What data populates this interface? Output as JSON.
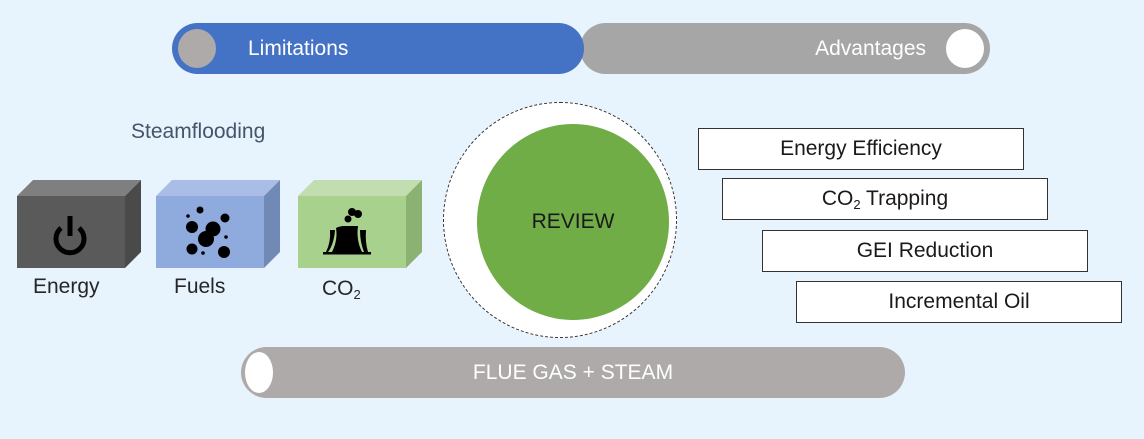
{
  "toggle": {
    "limitations_label": "Limitations",
    "advantages_label": "Advantages",
    "colors": {
      "limitations": "#4472c4",
      "advantages": "#a6a6a6"
    }
  },
  "section_title": "Steamflooding",
  "cubes": [
    {
      "label": "Energy",
      "icon": "power-icon",
      "color": "#595959"
    },
    {
      "label": "Fuels",
      "icon": "bubbles-icon",
      "color": "#8faadc"
    },
    {
      "label_main": "CO",
      "label_sub": "2",
      "icon": "factory-smoke-icon",
      "color": "#a9d18e"
    }
  ],
  "center": {
    "label": "REVIEW",
    "color": "#70ad47"
  },
  "advantages": [
    {
      "text": "Energy Efficiency"
    },
    {
      "text_main": "CO",
      "text_sub": "2",
      "text_rest": " Trapping"
    },
    {
      "text": "GEI Reduction"
    },
    {
      "text": "Incremental Oil"
    }
  ],
  "bottom_pipe": {
    "label": "FLUE GAS + STEAM"
  }
}
